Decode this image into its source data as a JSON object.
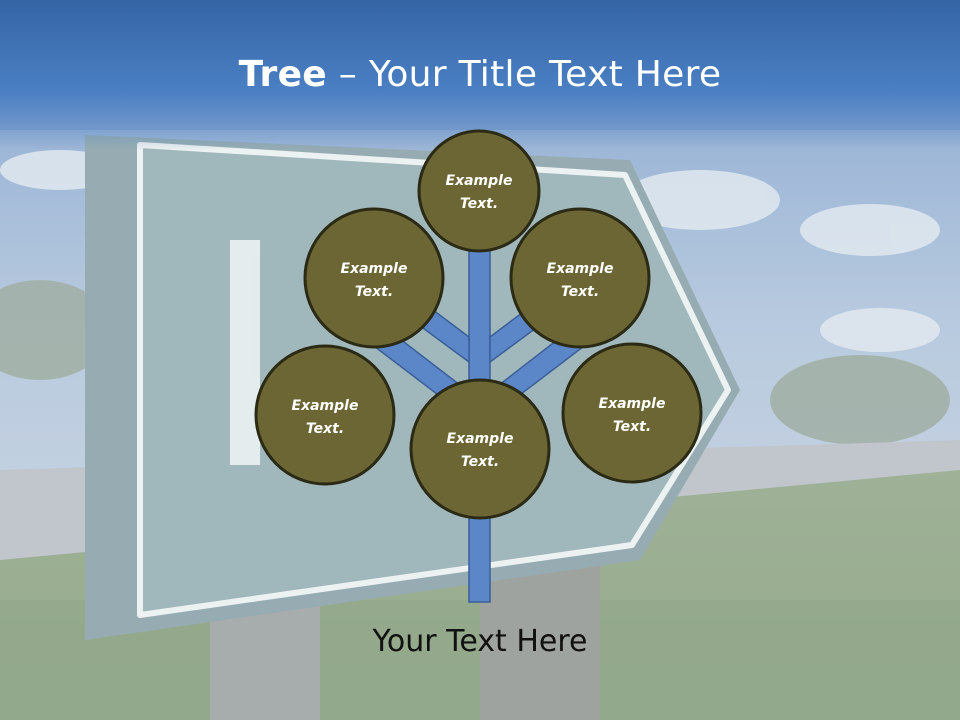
{
  "title": {
    "bold": "Tree",
    "rest": " – Your Title Text Here"
  },
  "caption": "Your Text Here",
  "nodes": [
    {
      "line1": "Example",
      "line2": "Text."
    },
    {
      "line1": "Example",
      "line2": "Text."
    },
    {
      "line1": "Example",
      "line2": "Text."
    },
    {
      "line1": "Example",
      "line2": "Text."
    },
    {
      "line1": "Example",
      "line2": "Text."
    },
    {
      "line1": "Example",
      "line2": "Text."
    }
  ],
  "colors": {
    "node_fill": "#6b6634",
    "node_stroke": "#2b2a14",
    "branch": "#5b87c8",
    "branch_edge": "#3a5f99",
    "title_band": "#3f72b8"
  }
}
